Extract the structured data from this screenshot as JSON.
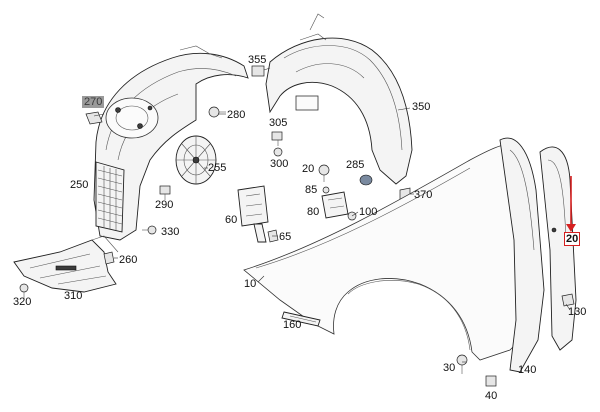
{
  "diagram": {
    "callouts": [
      {
        "id": "c270",
        "text": "270",
        "style": "grey"
      },
      {
        "id": "c355",
        "text": "355"
      },
      {
        "id": "c280",
        "text": "280"
      },
      {
        "id": "c350",
        "text": "350"
      },
      {
        "id": "c305",
        "text": "305"
      },
      {
        "id": "c300",
        "text": "300"
      },
      {
        "id": "c255",
        "text": "255"
      },
      {
        "id": "c250",
        "text": "250"
      },
      {
        "id": "c290",
        "text": "290"
      },
      {
        "id": "c20a",
        "text": "20"
      },
      {
        "id": "c285",
        "text": "285"
      },
      {
        "id": "c85",
        "text": "85"
      },
      {
        "id": "c370",
        "text": "370"
      },
      {
        "id": "c60",
        "text": "60"
      },
      {
        "id": "c65",
        "text": "65"
      },
      {
        "id": "c80",
        "text": "80"
      },
      {
        "id": "c100",
        "text": "100"
      },
      {
        "id": "c330",
        "text": "330"
      },
      {
        "id": "c260",
        "text": "260"
      },
      {
        "id": "c320",
        "text": "320"
      },
      {
        "id": "c310",
        "text": "310"
      },
      {
        "id": "c10",
        "text": "10"
      },
      {
        "id": "c160",
        "text": "160"
      },
      {
        "id": "c30",
        "text": "30"
      },
      {
        "id": "c40",
        "text": "40"
      },
      {
        "id": "c140",
        "text": "140"
      },
      {
        "id": "c130",
        "text": "130"
      },
      {
        "id": "c20b",
        "text": "20",
        "style": "boxed"
      }
    ],
    "highlight_color": "#d62020"
  }
}
